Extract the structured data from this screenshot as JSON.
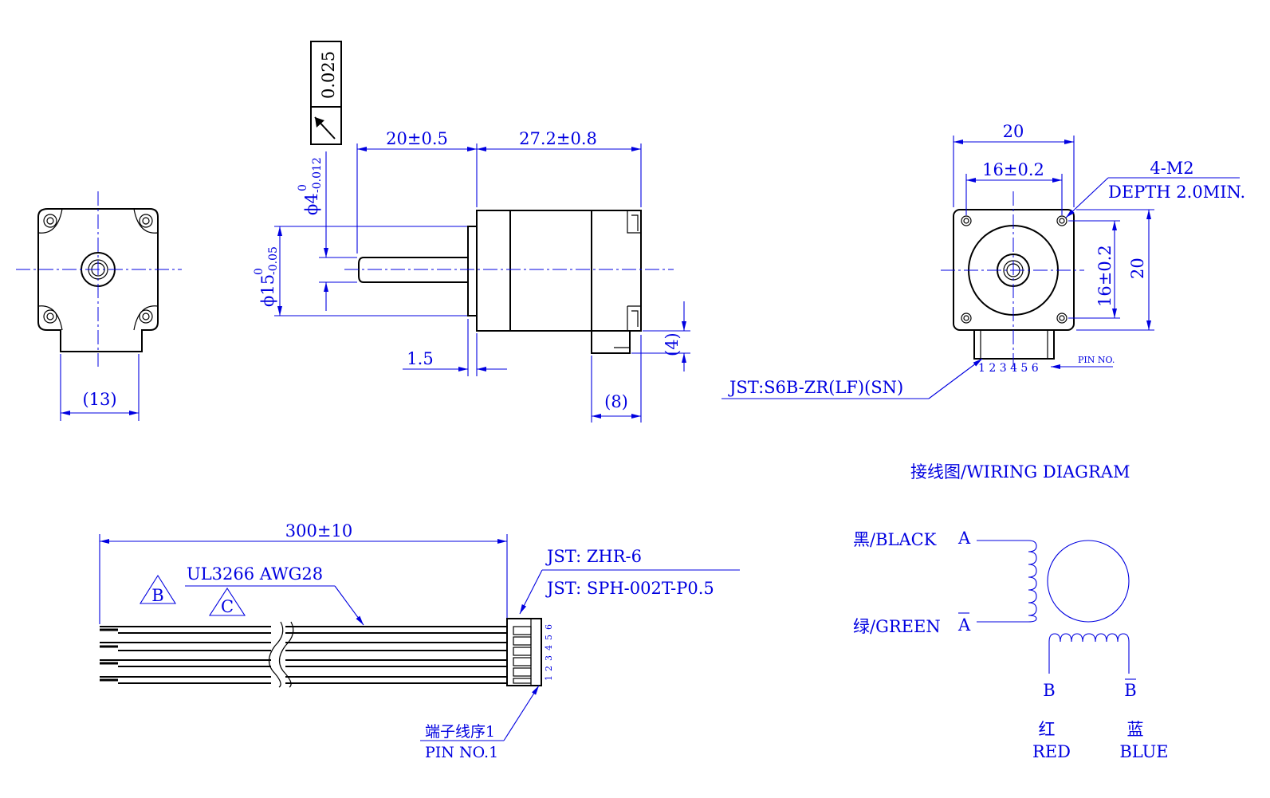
{
  "front_view": {
    "flange_width_label": "(13)"
  },
  "side_view": {
    "shaft_diameter": {
      "symbol": "ϕ",
      "nominal": "4",
      "upper_tol": "0",
      "lower_tol": "-0.012"
    },
    "pilot_diameter": {
      "symbol": "ϕ",
      "nominal": "15",
      "upper_tol": "0",
      "lower_tol": "-0.05"
    },
    "runout_tolerance": "0.025",
    "shaft_length": "20±0.5",
    "body_length": "27.2±0.8",
    "pilot_height": "1.5",
    "connector_height": "(4)",
    "connector_length": "(8)"
  },
  "rear_view": {
    "width": "20",
    "hole_spacing_h": "16±0.2",
    "hole_spacing_v": "16±0.2",
    "height": "20",
    "hole_note_1": "4-M2",
    "hole_note_2": "DEPTH 2.0MIN.",
    "pin_numbers": "1 2 3 4 5 6",
    "pin_no_label": "PIN NO.",
    "connector_label": "JST:S6B-ZR(LF)(SN)"
  },
  "cable": {
    "length": "300±10",
    "wire_spec": "UL3266 AWG28",
    "rev_b": "B",
    "rev_c": "C",
    "housing": "JST: ZHR-6",
    "terminal": "JST: SPH-002T-P0.5",
    "pin_order_cn": "端子线序1",
    "pin_order_en": "PIN NO.1",
    "pin_digits": [
      "1",
      "2",
      "3",
      "4",
      "5",
      "6"
    ]
  },
  "wiring": {
    "title": "接线图/WIRING DIAGRAM",
    "black_label": "黑/BLACK",
    "green_label": "绿/GREEN",
    "terminal_a": "A",
    "terminal_a_bar": "A",
    "terminal_b": "B",
    "terminal_b_bar": "B",
    "red_cn": "红",
    "red_en": "RED",
    "blue_cn": "蓝",
    "blue_en": "BLUE"
  }
}
